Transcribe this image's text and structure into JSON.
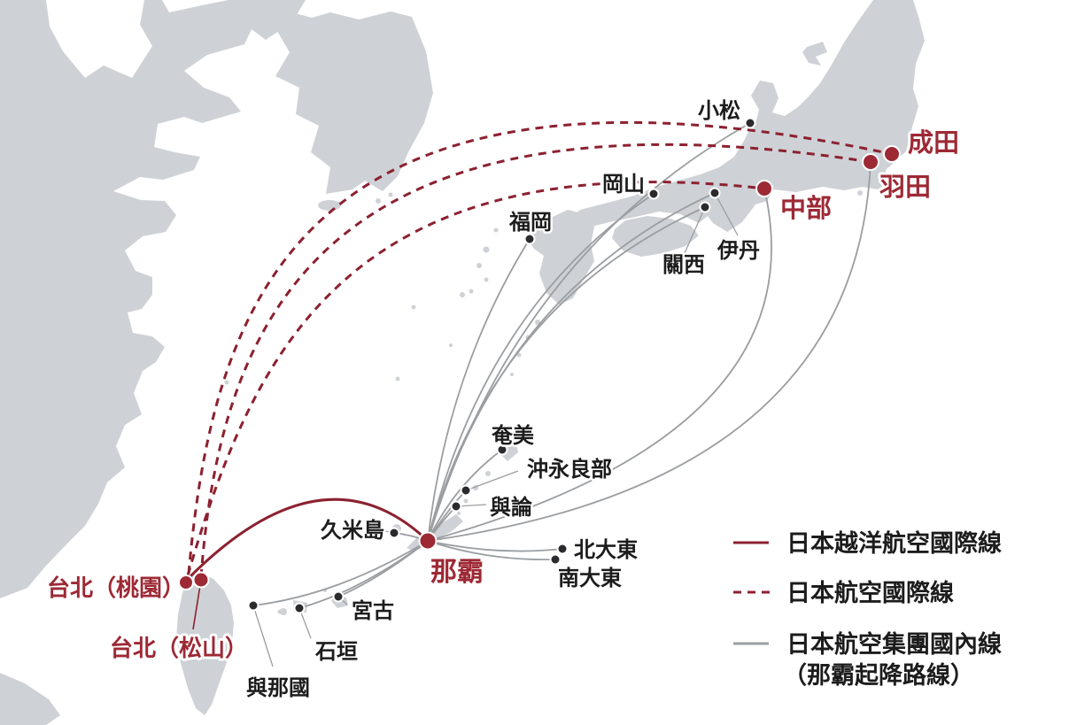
{
  "colors": {
    "accent_red": "#9d2935",
    "route_red": "#8c2130",
    "route_gray": "#9b9ea1",
    "land_gray": "#ced2d6",
    "dot_black": "#2b2b2e",
    "label_black": "#1c1c1c",
    "sea_white": "#ffffff"
  },
  "cities": {
    "komatsu": "小松",
    "narita": "成田",
    "haneda": "羽田",
    "chubu": "中部",
    "okayama": "岡山",
    "fukuoka": "福岡",
    "itami": "伊丹",
    "kansai": "關西",
    "amami": "奄美",
    "okinoerabu": "沖永良部",
    "yoron": "與論",
    "kumejima": "久米島",
    "naha": "那霸",
    "kitadaito": "北大東",
    "minamidaito": "南大東",
    "miyako": "宮古",
    "ishigaki": "石垣",
    "yonaguni": "與那國",
    "taipei_taoyuan": "台北（桃園）",
    "taipei_songshan": "台北（松山）"
  },
  "legend": {
    "jta_international": "日本越洋航空國際線",
    "jal_international": "日本航空國際線",
    "jal_group_domestic": "日本航空集團國內線",
    "jal_group_domestic_note": "（那霸起降路線）"
  }
}
